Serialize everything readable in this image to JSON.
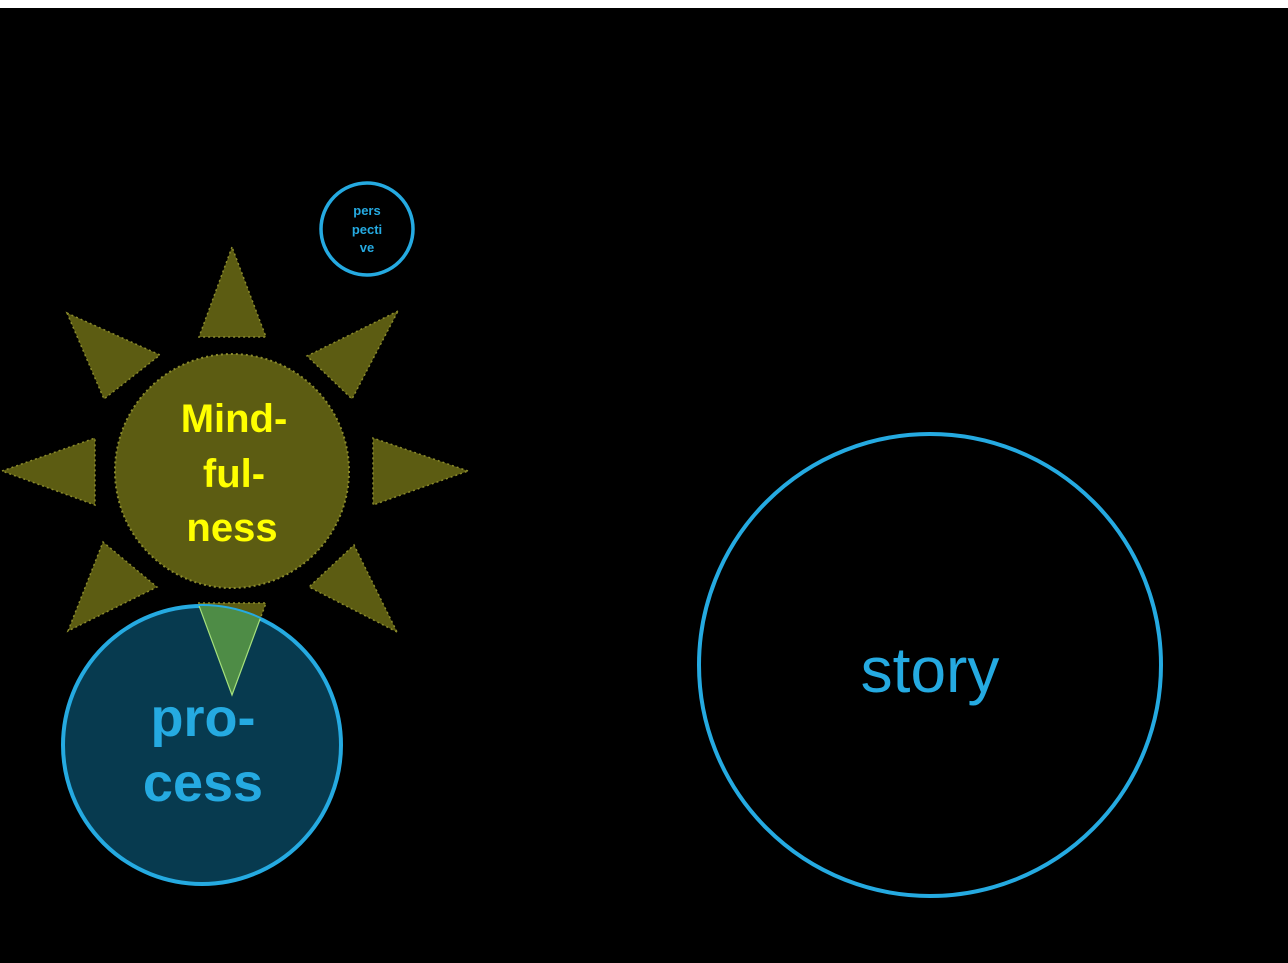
{
  "colors": {
    "background": "#000000",
    "sun_fill": "#5c5c12",
    "sun_dots": "#8c8c2c",
    "mindfulness_text": "#ffff00",
    "blue": "#25aae1",
    "process_fill": "#073a4f",
    "overlap_fill": "#4e8c46",
    "overlap_edge": "#a5e07c"
  },
  "nodes": {
    "mindfulness": {
      "lines": [
        "Mind-",
        "ful-",
        "ness"
      ],
      "icon": "sun-icon"
    },
    "process": {
      "lines": [
        "pro-",
        "cess"
      ]
    },
    "story": {
      "label": "story"
    },
    "perspective": {
      "lines": [
        "pers",
        "pecti",
        "ve"
      ]
    }
  }
}
